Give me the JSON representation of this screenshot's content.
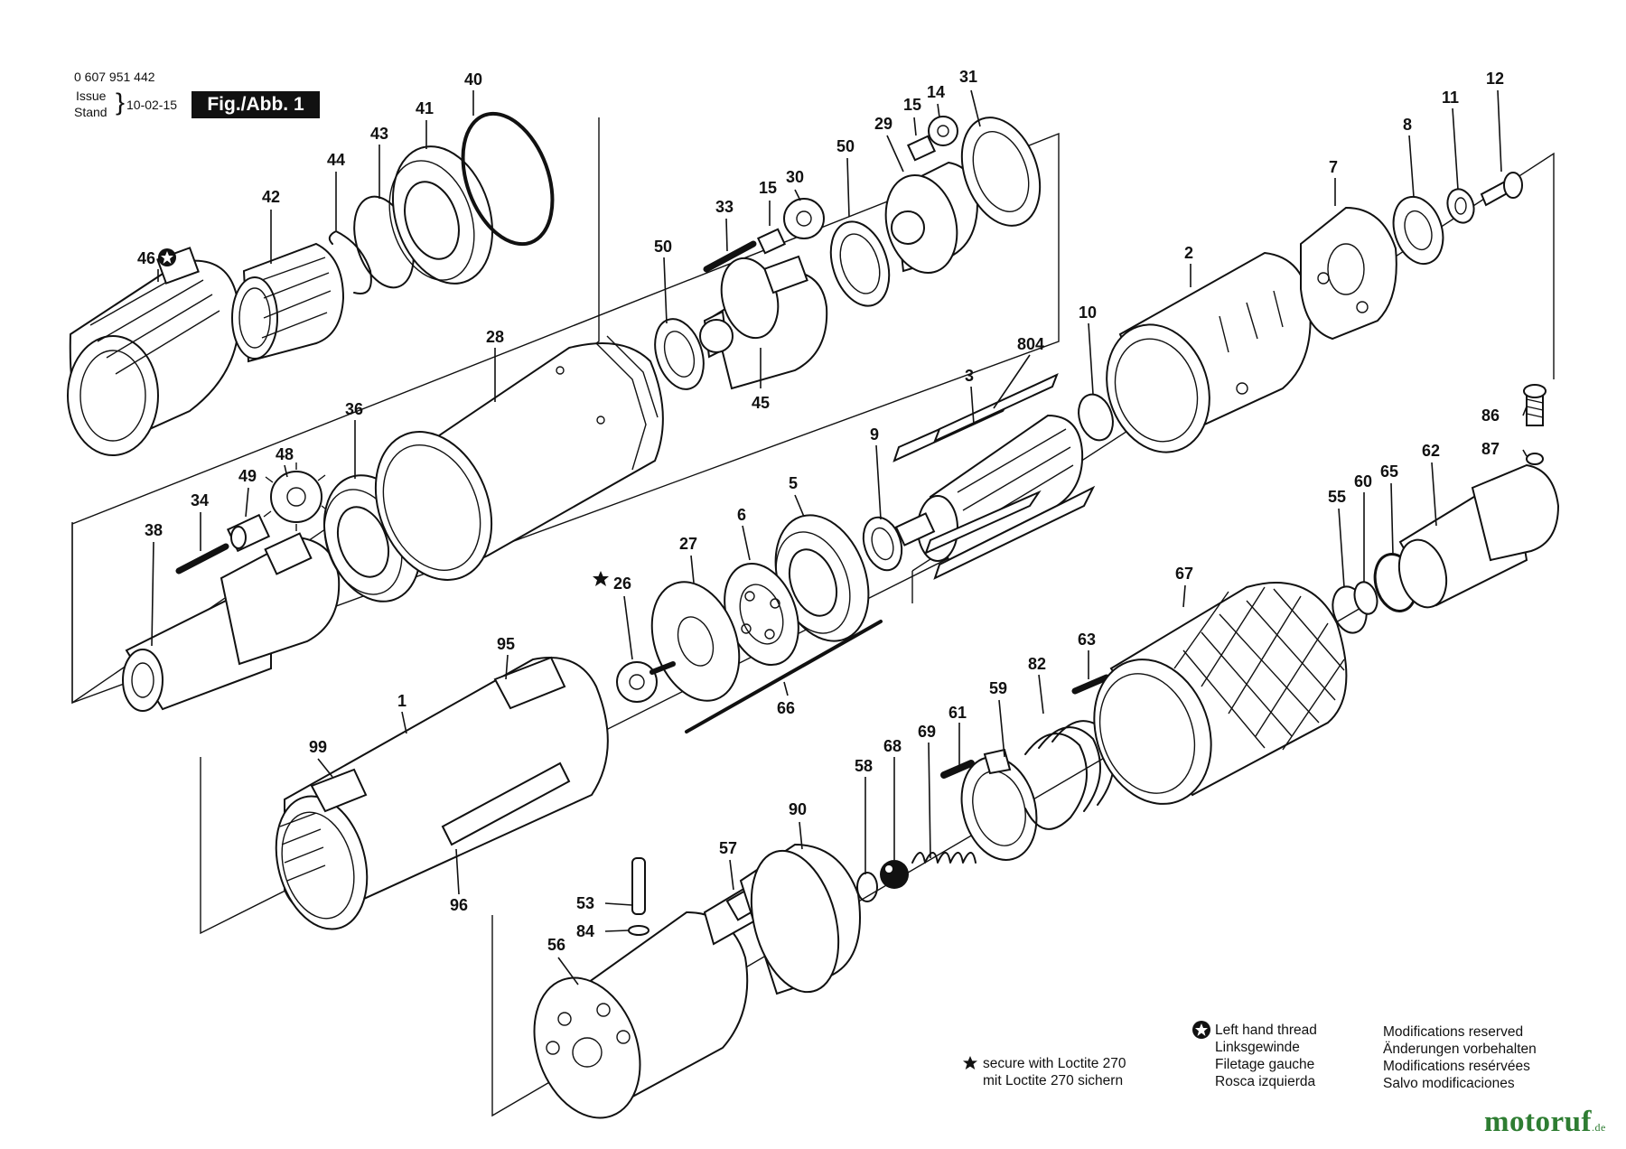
{
  "header": {
    "doc_number": "0 607 951 442",
    "issue_label": "Issue",
    "stand_label": "Stand",
    "date": "10-02-15",
    "figure": "Fig./Abb. 1"
  },
  "callouts": [
    {
      "id": "c40",
      "text": "40"
    },
    {
      "id": "c41",
      "text": "41"
    },
    {
      "id": "c43",
      "text": "43"
    },
    {
      "id": "c44",
      "text": "44"
    },
    {
      "id": "c42",
      "text": "42"
    },
    {
      "id": "c46",
      "text": "46"
    },
    {
      "id": "c31",
      "text": "31"
    },
    {
      "id": "c14",
      "text": "14"
    },
    {
      "id": "c15a",
      "text": "15"
    },
    {
      "id": "c29",
      "text": "29"
    },
    {
      "id": "c50a",
      "text": "50"
    },
    {
      "id": "c30",
      "text": "30"
    },
    {
      "id": "c15b",
      "text": "15"
    },
    {
      "id": "c33",
      "text": "33"
    },
    {
      "id": "c50b",
      "text": "50"
    },
    {
      "id": "c45",
      "text": "45"
    },
    {
      "id": "c28",
      "text": "28"
    },
    {
      "id": "c36",
      "text": "36"
    },
    {
      "id": "c48",
      "text": "48"
    },
    {
      "id": "c49",
      "text": "49"
    },
    {
      "id": "c34",
      "text": "34"
    },
    {
      "id": "c38",
      "text": "38"
    },
    {
      "id": "c12",
      "text": "12"
    },
    {
      "id": "c11",
      "text": "11"
    },
    {
      "id": "c8",
      "text": "8"
    },
    {
      "id": "c7",
      "text": "7"
    },
    {
      "id": "c2",
      "text": "2"
    },
    {
      "id": "c10",
      "text": "10"
    },
    {
      "id": "c804",
      "text": "804"
    },
    {
      "id": "c3",
      "text": "3"
    },
    {
      "id": "c9",
      "text": "9"
    },
    {
      "id": "c5",
      "text": "5"
    },
    {
      "id": "c6",
      "text": "6"
    },
    {
      "id": "c27",
      "text": "27"
    },
    {
      "id": "c26",
      "text": "26"
    },
    {
      "id": "c66",
      "text": "66"
    },
    {
      "id": "c86",
      "text": "86"
    },
    {
      "id": "c87",
      "text": "87"
    },
    {
      "id": "c62",
      "text": "62"
    },
    {
      "id": "c65",
      "text": "65"
    },
    {
      "id": "c60",
      "text": "60"
    },
    {
      "id": "c55",
      "text": "55"
    },
    {
      "id": "c67",
      "text": "67"
    },
    {
      "id": "c63",
      "text": "63"
    },
    {
      "id": "c82",
      "text": "82"
    },
    {
      "id": "c59",
      "text": "59"
    },
    {
      "id": "c61",
      "text": "61"
    },
    {
      "id": "c69",
      "text": "69"
    },
    {
      "id": "c68",
      "text": "68"
    },
    {
      "id": "c58",
      "text": "58"
    },
    {
      "id": "c90",
      "text": "90"
    },
    {
      "id": "c57",
      "text": "57"
    },
    {
      "id": "c53",
      "text": "53"
    },
    {
      "id": "c84",
      "text": "84"
    },
    {
      "id": "c56",
      "text": "56"
    },
    {
      "id": "c95",
      "text": "95"
    },
    {
      "id": "c1",
      "text": "1"
    },
    {
      "id": "c99",
      "text": "99"
    },
    {
      "id": "c96",
      "text": "96"
    }
  ],
  "legend": {
    "loctite": [
      "secure with Loctite 270",
      "mit Loctite 270 sichern"
    ],
    "left_hand_thread": [
      "Left hand thread",
      "Linksgewinde",
      "Filetage gauche",
      "Rosca izquierda"
    ],
    "modifications": [
      "Modifications reserved",
      "Änderungen vorbehalten",
      "Modifications resérvées",
      "Salvo modificaciones"
    ]
  },
  "watermark": {
    "name": "motoruf",
    "tld": ".de"
  }
}
